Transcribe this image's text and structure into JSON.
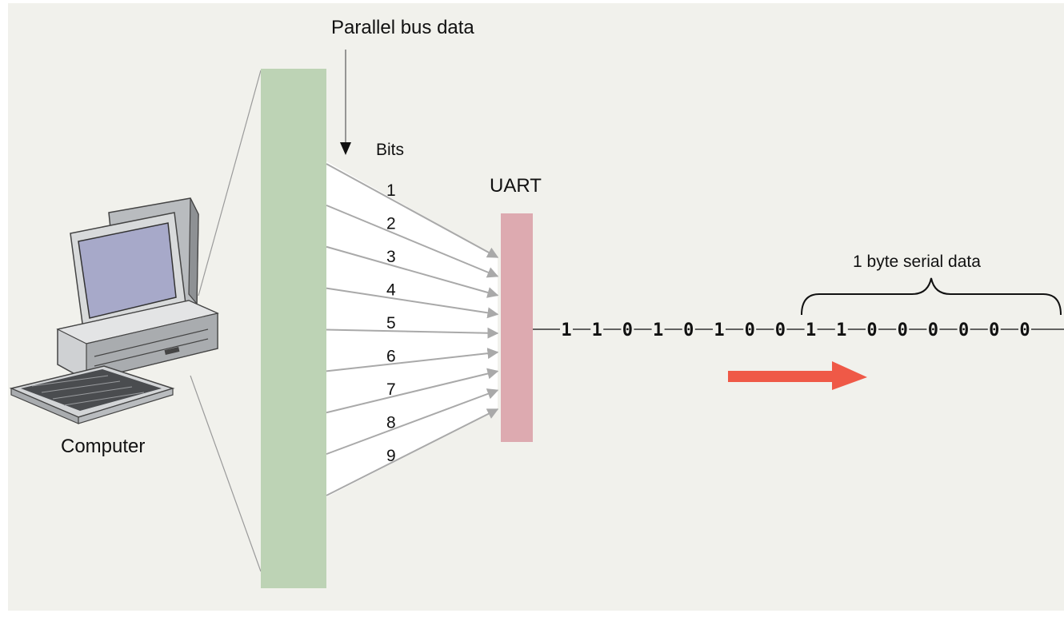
{
  "labels": {
    "parallel_bus": "Parallel bus data",
    "bits": "Bits",
    "uart": "UART",
    "computer": "Computer",
    "serial_byte": "1 byte serial data"
  },
  "bit_numbers": [
    "1",
    "2",
    "3",
    "4",
    "5",
    "6",
    "7",
    "8",
    "9"
  ],
  "serial_bits": [
    "1",
    "1",
    "0",
    "1",
    "0",
    "1",
    "0",
    "0",
    "1",
    "1",
    "0",
    "0",
    "0",
    "0",
    "0",
    "0"
  ],
  "colors": {
    "background": "#f1f1ec",
    "bus_block": "#bdd3b5",
    "uart_block": "#ddaab0",
    "arrow_lines": "#a9a9a9",
    "direction_arrow": "#ef5947"
  },
  "icons": {
    "computer": "desktop-computer-icon",
    "direction": "right-arrow-icon"
  }
}
